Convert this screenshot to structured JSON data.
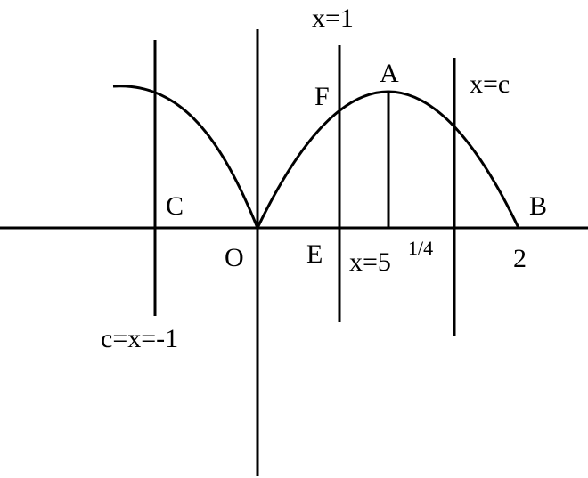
{
  "labels": {
    "x_eq_1": "x=1",
    "A": "A",
    "x_eq_c": "x=c",
    "F": "F",
    "C": "C",
    "B": "B",
    "O": "O",
    "E": "E",
    "x_eq_5_base": "x=5",
    "x_eq_5_exp": "1/4",
    "two": "2",
    "c_eq_x_eq_neg1": "c=x=-1"
  },
  "colors": {
    "stroke": "#000000",
    "background": "#ffffff"
  }
}
